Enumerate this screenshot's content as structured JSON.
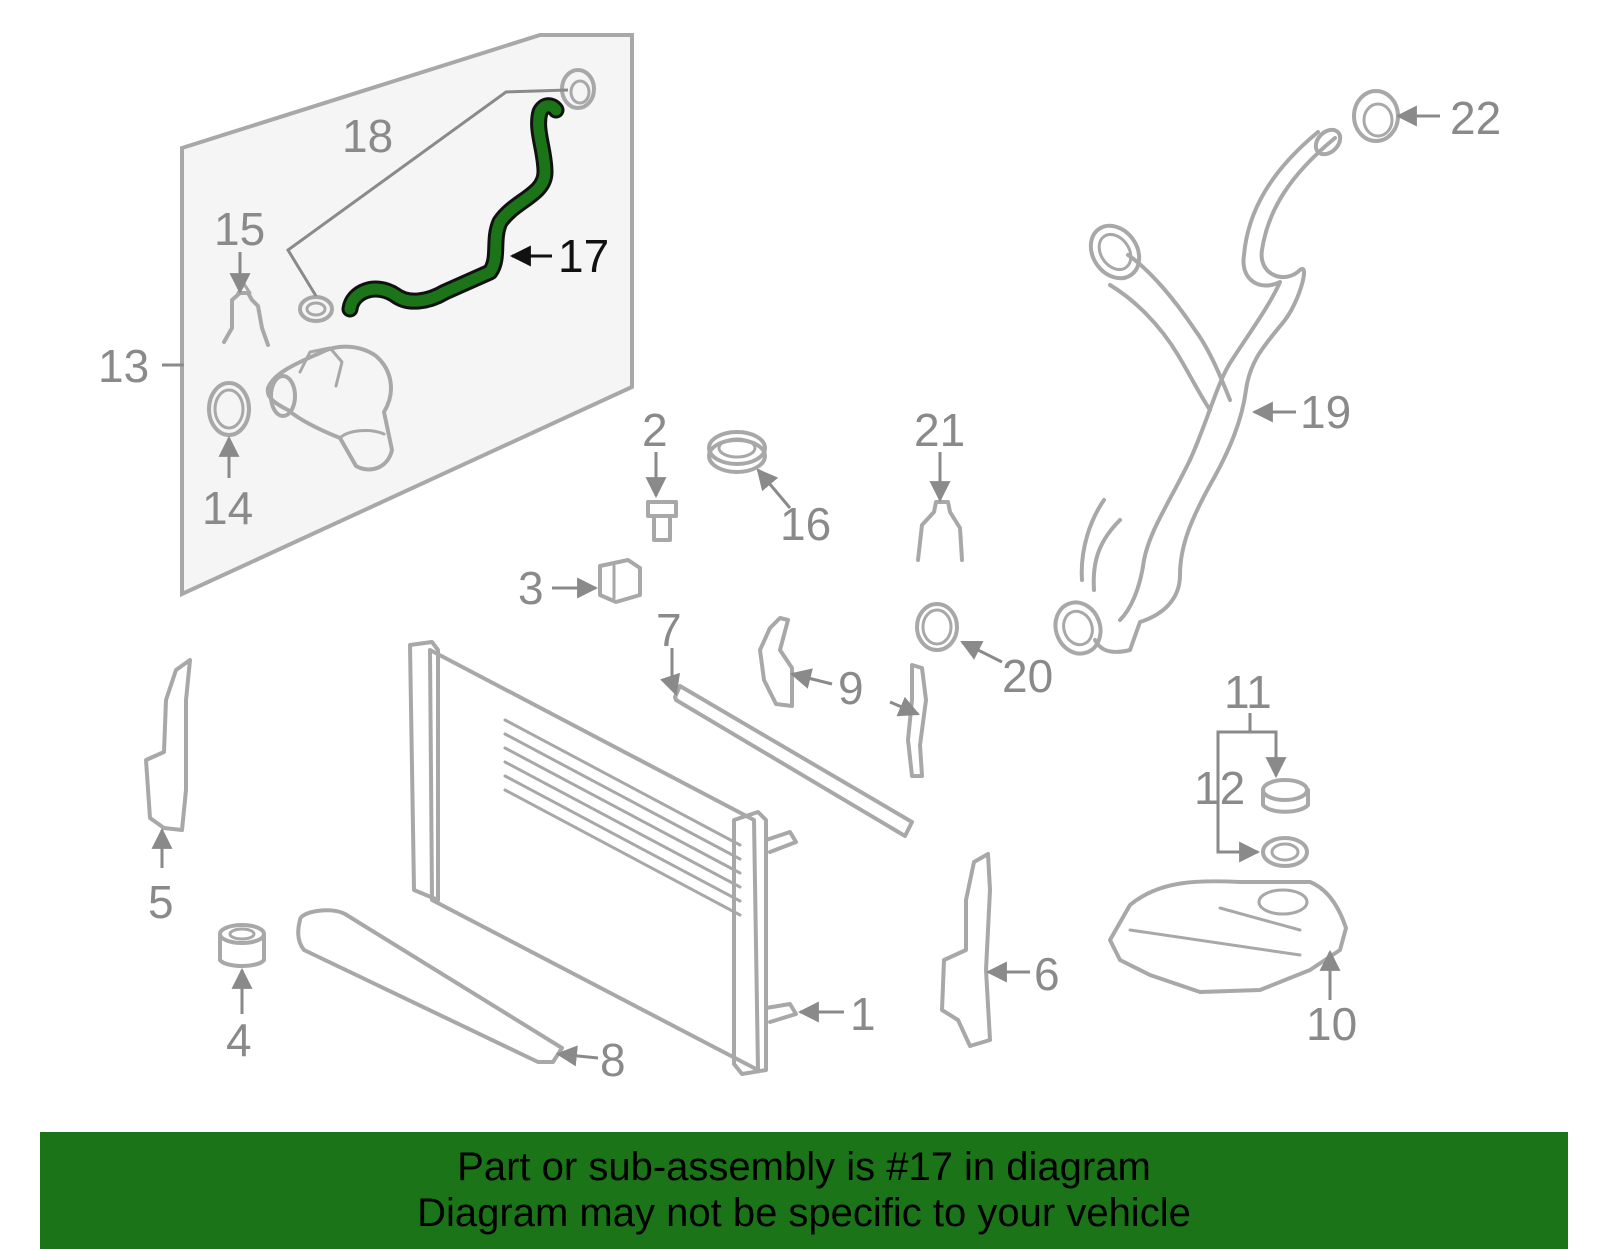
{
  "highlight_color": "#1b7417",
  "highlighted_part": "17",
  "callouts": [
    "1",
    "2",
    "3",
    "4",
    "5",
    "6",
    "7",
    "8",
    "9",
    "10",
    "11",
    "12",
    "13",
    "14",
    "15",
    "16",
    "17",
    "18",
    "19",
    "20",
    "21",
    "22"
  ],
  "banner": {
    "line1": "Part or sub-assembly is #17 in diagram",
    "line2": "Diagram may not be specific to your vehicle"
  }
}
